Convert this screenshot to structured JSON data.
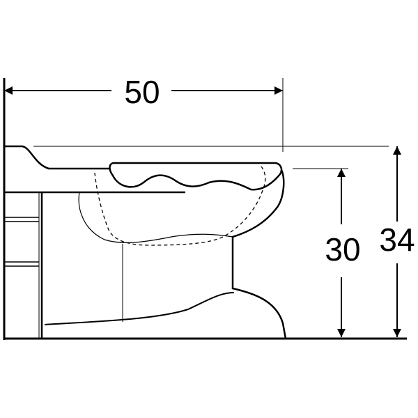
{
  "diagram": {
    "dimension_width": "50",
    "dimension_rim_height": "30",
    "dimension_total_height": "34"
  }
}
